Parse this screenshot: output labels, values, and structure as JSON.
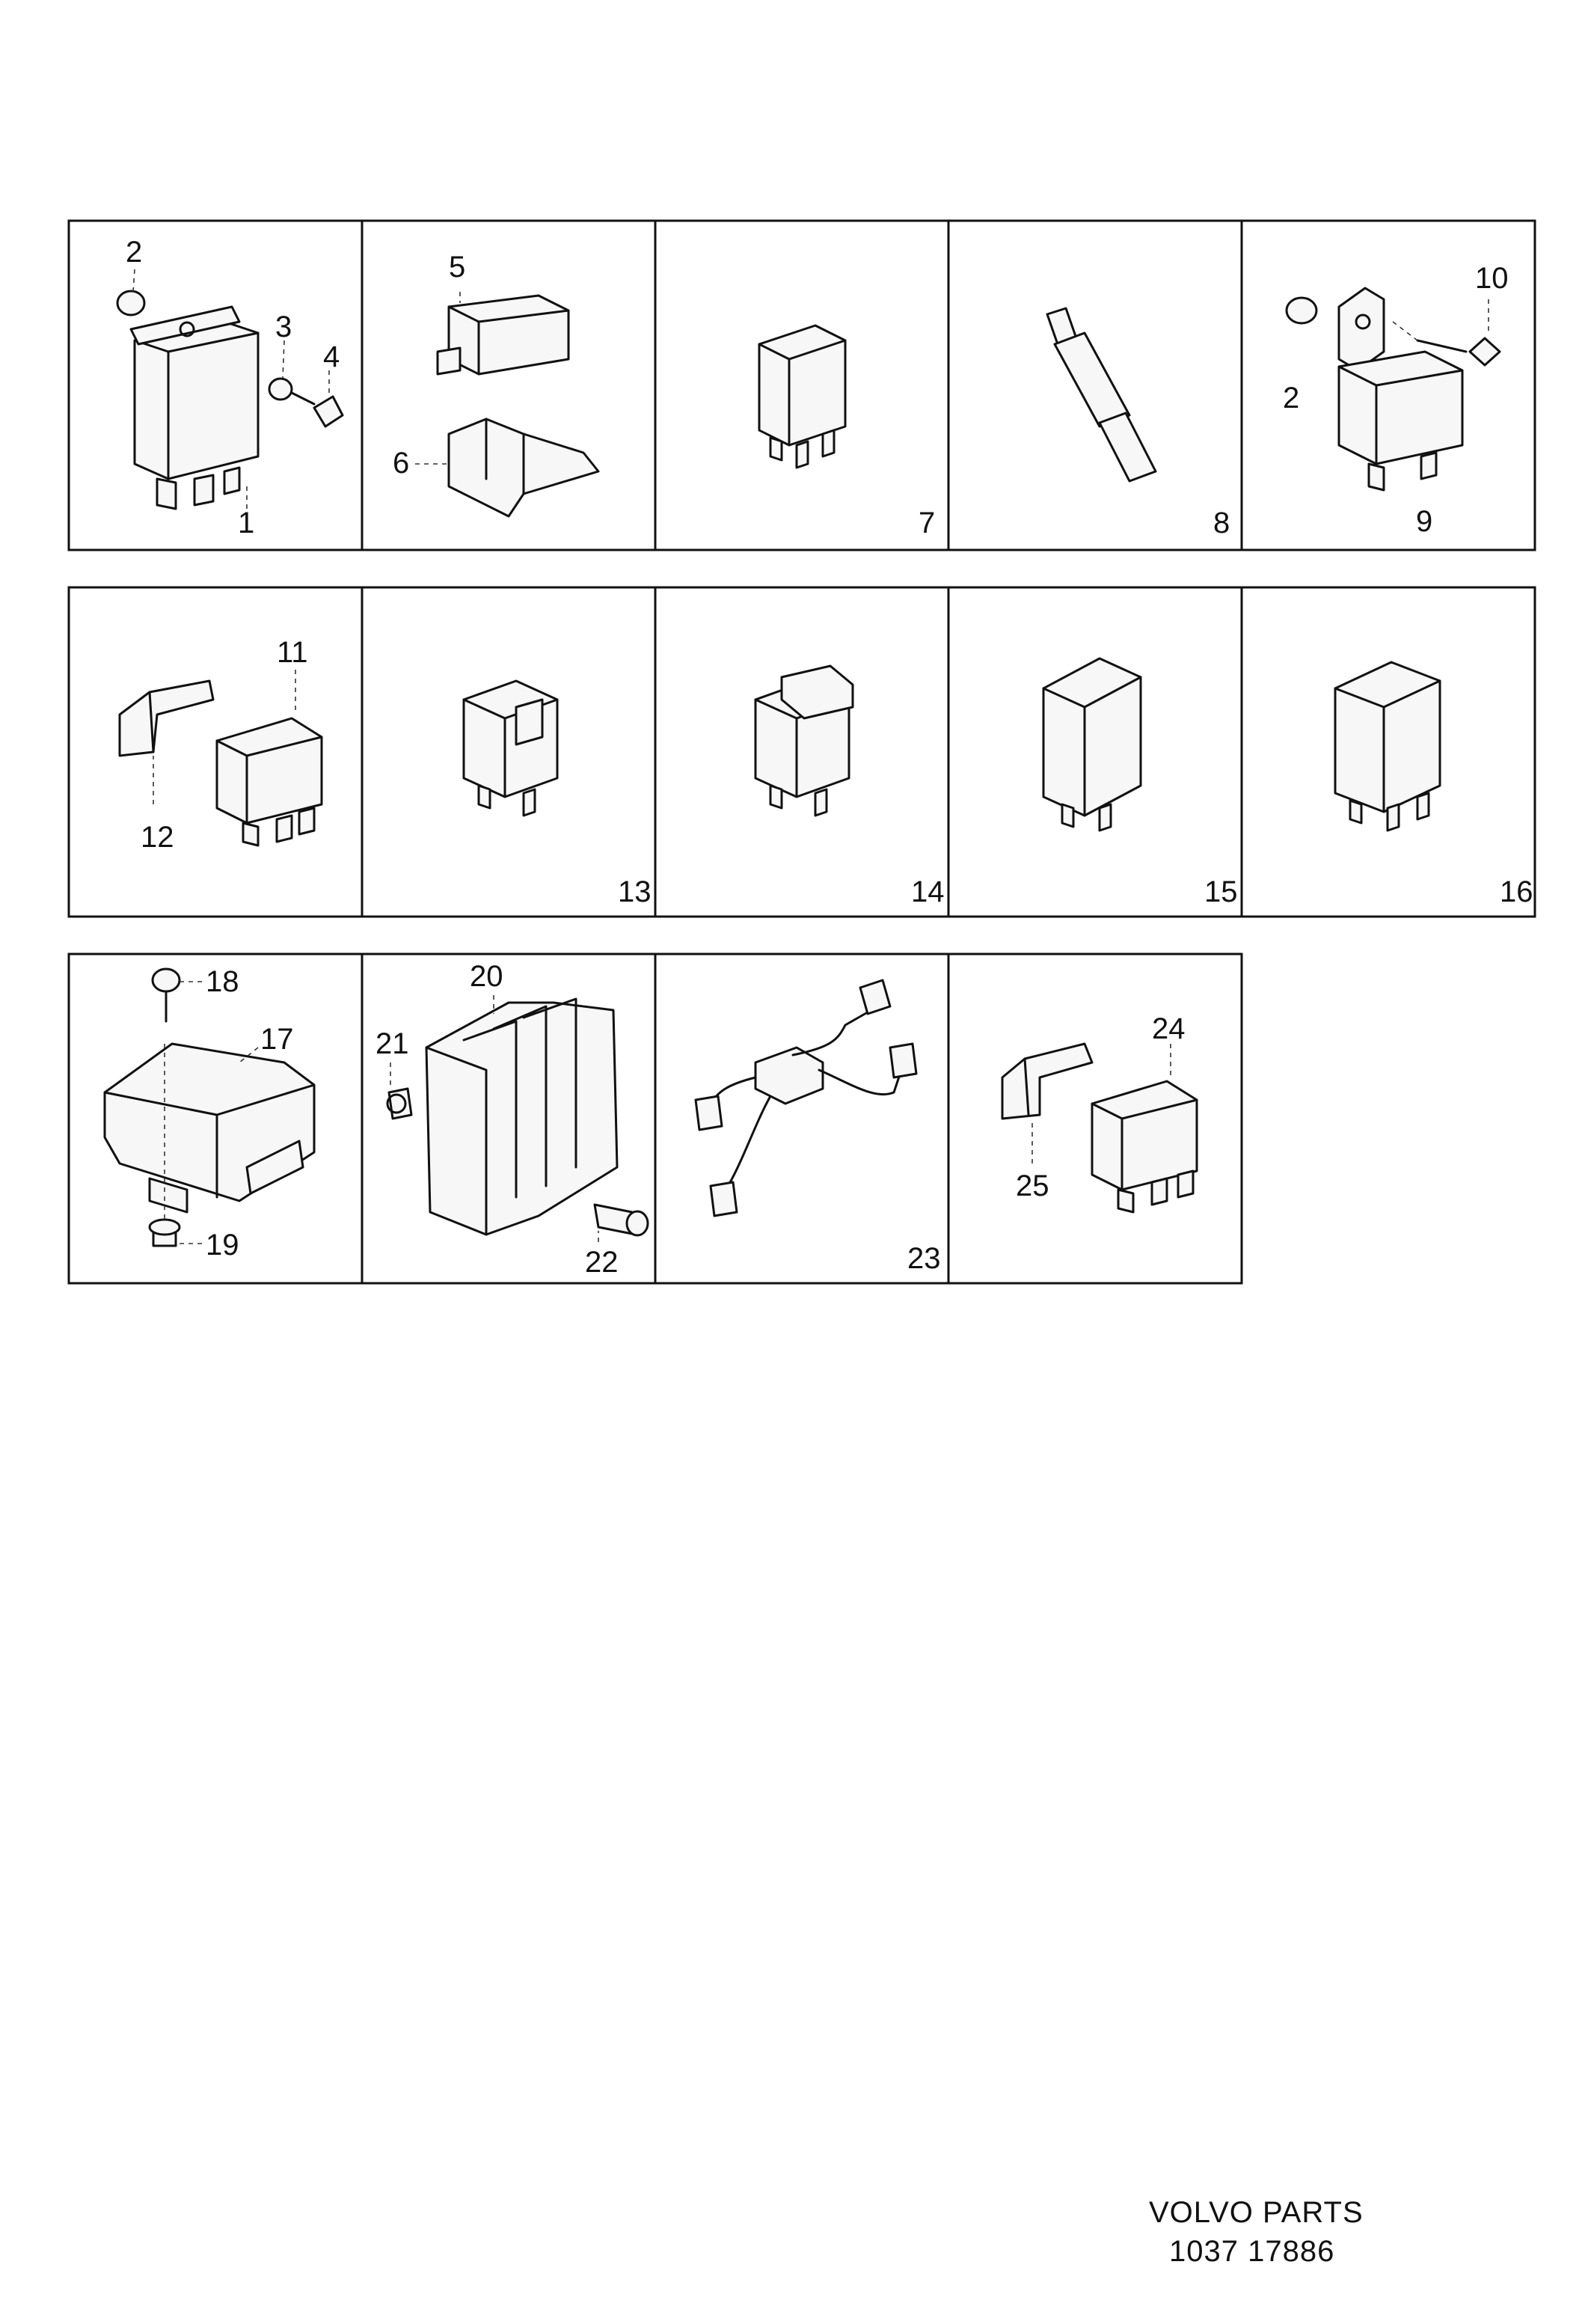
{
  "callouts": {
    "c1": "1",
    "c2": "2",
    "c3": "3",
    "c4": "4",
    "c5": "5",
    "c6": "6",
    "c7": "7",
    "c8": "8",
    "c9": "9",
    "c10": "10",
    "c2b": "2",
    "c11": "11",
    "c12": "12",
    "c13": "13",
    "c14": "14",
    "c15": "15",
    "c16": "16",
    "c17": "17",
    "c18": "18",
    "c19": "19",
    "c20": "20",
    "c21": "21",
    "c22": "22",
    "c23": "23",
    "c24": "24",
    "c25": "25"
  },
  "footer": {
    "brand": "VOLVO  PARTS",
    "code": "1037  17886"
  }
}
